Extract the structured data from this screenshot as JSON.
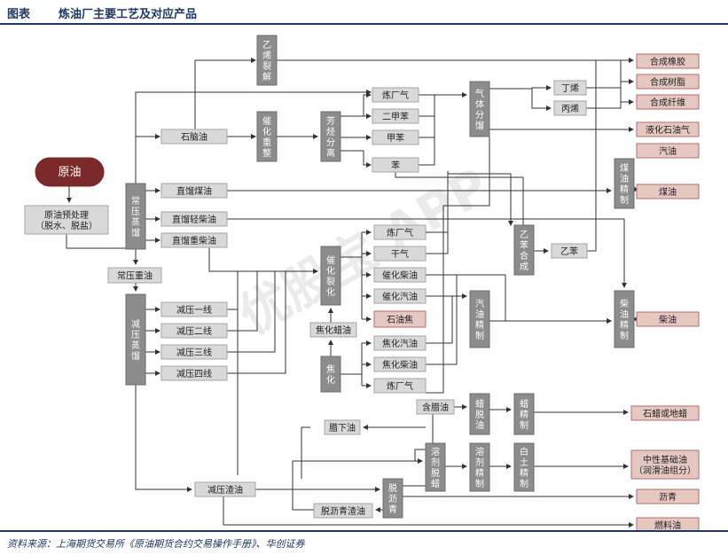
{
  "header": {
    "label": "图表",
    "title": "炼油厂主要工艺及对应产品"
  },
  "footer": {
    "source": "资料来源：上海期货交易所《原油期货合约交易操作手册》、华创证券"
  },
  "watermark": "优股宝 APP",
  "colors": {
    "dark_red": "#7b2a2a",
    "box_fill": "#d9d9d9",
    "proc_fill": "#8c8c8c",
    "prod_fill": "#e6c8c2",
    "prod_border": "#b86d66",
    "line": "#333333",
    "title": "#1f3864"
  },
  "diagram": {
    "crude": "原油",
    "pretreat": "原油预处理\n（脱水、脱盐）",
    "units": {
      "ethylene_crack": "乙烯裂解",
      "cat_reform": "催化重整",
      "aromatics_sep": "芳烃分离",
      "gas_sep": "气体分馏",
      "atm_dist": "常压蒸馏",
      "vac_dist": "减压蒸馏",
      "kero_ref": "煤油精制",
      "styrene_syn": "乙苯合成",
      "cat_crack": "催化裂化",
      "gasoline_ref": "汽油精制",
      "diesel_ref": "柴油精制",
      "coking": "焦化",
      "wax_deoil": "蜡脱油",
      "wax_ref": "蜡精制",
      "solvent_dewax": "溶剂脱蜡",
      "solvent_ref": "溶剂精制",
      "clay_ref": "白土精制",
      "deasphalt": "脱沥青"
    },
    "intermediates": {
      "naphtha": "石脑油",
      "sr_kero": "直馏煤油",
      "sr_light_diesel": "直馏轻柴油",
      "sr_heavy_diesel": "直馏重柴油",
      "atm_heavy": "常压重油",
      "vac1": "减压一线",
      "vac2": "减压二线",
      "vac3": "减压三线",
      "vac4": "减压四线",
      "vac_residue": "减压渣油",
      "refinery_gas1": "炼厂气",
      "xylene": "二甲苯",
      "toluene": "甲苯",
      "benzene": "苯",
      "butylene": "丁烯",
      "propylene": "丙烯",
      "ethylbenzene": "乙苯",
      "refinery_gas2": "炼厂气",
      "dry_gas": "干气",
      "cat_diesel": "催化柴油",
      "cat_gasoline": "催化汽油",
      "petroleum_coke": "石油焦",
      "coker_gasoline": "焦化汽油",
      "coker_diesel": "焦化柴油",
      "refinery_gas3": "炼厂气",
      "coker_wax": "焦化蜡油",
      "slack_wax": "含腊油",
      "dewaxed_oil": "腊下油",
      "deasphalted_oil": "脱沥青渣油"
    },
    "products": {
      "rubber": "合成橡胶",
      "resin": "合成树脂",
      "fiber": "合成纤维",
      "lpg": "液化石油气",
      "gasoline": "汽油",
      "kerosene": "煤油",
      "diesel": "柴油",
      "wax": "石蜡或地蜡",
      "base_oil": "中性基础油\n（润滑油组分）",
      "asphalt": "沥青",
      "fuel_oil": "燃料油"
    }
  }
}
